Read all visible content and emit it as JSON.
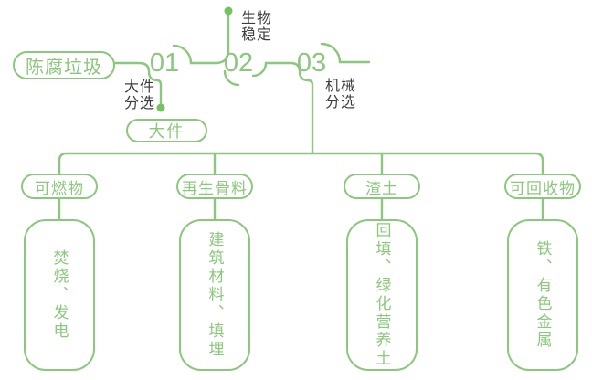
{
  "theme": {
    "green": "#8bc77c",
    "green_dot": "#74c35e",
    "dark_text": "#3c3c3c",
    "background": "#ffffff"
  },
  "flow": {
    "source": {
      "label": "陈腐垃圾"
    },
    "steps": [
      {
        "number": "01",
        "process": "大件分选",
        "process_lines": [
          "大件",
          "分选"
        ],
        "output": "大件"
      },
      {
        "number": "02",
        "process": "生物稳定",
        "process_lines": [
          "生物",
          "稳定"
        ]
      },
      {
        "number": "03",
        "process": "机械分选",
        "process_lines": [
          "机械",
          "分选"
        ]
      }
    ],
    "branches": [
      {
        "category": "可燃物",
        "disposal": "焚烧、发电"
      },
      {
        "category": "再生骨料",
        "disposal": "建筑材料、填埋"
      },
      {
        "category": "渣土",
        "disposal": "回填、绿化营养土"
      },
      {
        "category": "可回收物",
        "disposal": "铁、有色金属"
      }
    ]
  }
}
